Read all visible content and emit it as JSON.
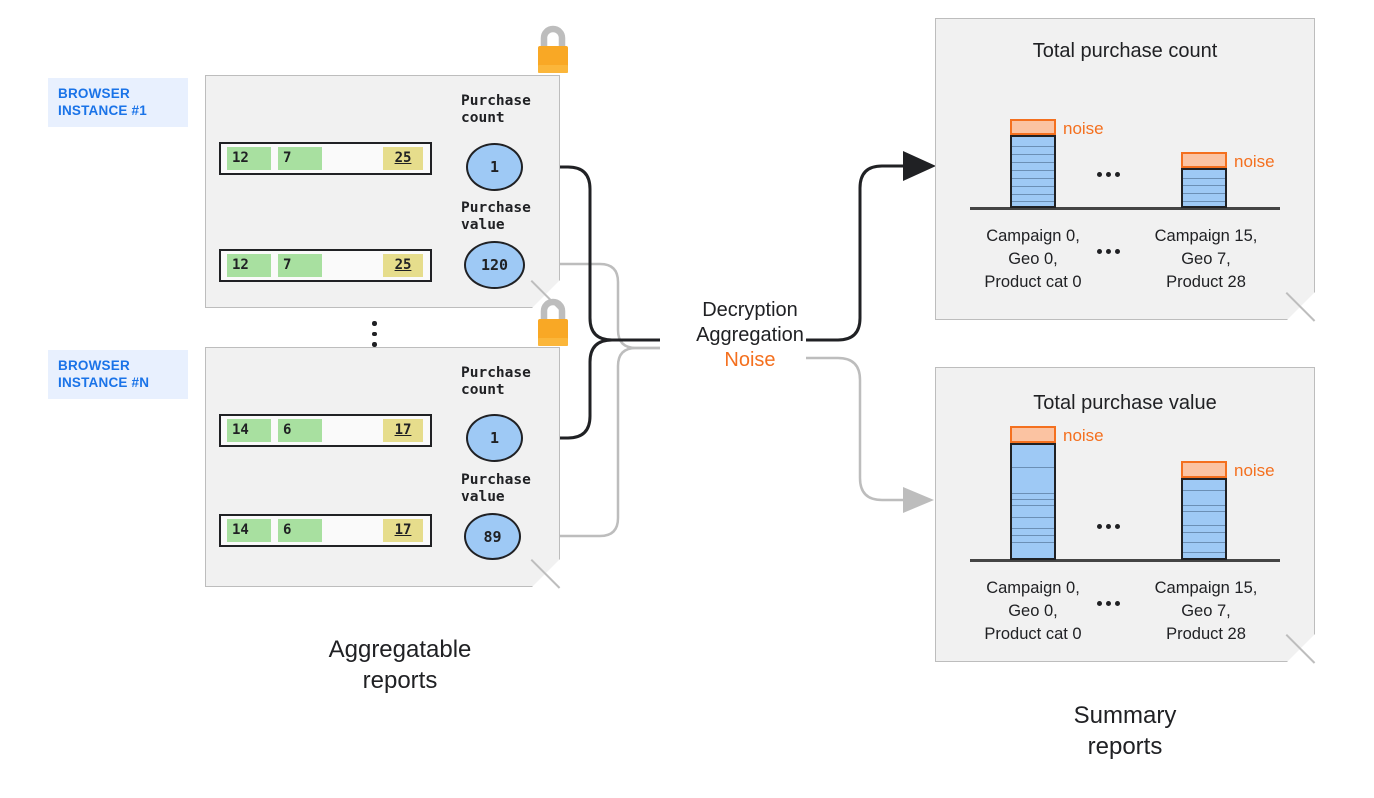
{
  "colors": {
    "accent_blue": "#1a73e8",
    "chip_bg": "#e8f0fe",
    "panel_bg": "#f1f1f1",
    "panel_border": "#bdbdbd",
    "key_cell": "#a8e0a0",
    "value_cell": "#e6dd8c",
    "bubble_fill": "#9ec9f5",
    "noise_orange": "#f4701f",
    "noise_fill": "#fbc3a2",
    "lock_body": "#f9a825",
    "lock_shackle": "#bdbdbd",
    "wire_black": "#202124",
    "wire_grey": "#bdbdbd"
  },
  "left": {
    "caption": "Aggregatable\nreports",
    "instances": [
      {
        "chip_label": "BROWSER\nINSTANCE #1",
        "lock_icon": "padlock-icon",
        "metrics": [
          {
            "label": "Purchase\ncount",
            "bubble_value": "1",
            "row": {
              "key_cells": [
                "12",
                "7"
              ],
              "value_cell": "25"
            }
          },
          {
            "label": "Purchase\nvalue",
            "bubble_value": "120",
            "row": {
              "key_cells": [
                "12",
                "7"
              ],
              "value_cell": "25"
            }
          }
        ]
      },
      {
        "chip_label": "BROWSER\nINSTANCE #N",
        "lock_icon": "padlock-icon",
        "metrics": [
          {
            "label": "Purchase\ncount",
            "bubble_value": "1",
            "row": {
              "key_cells": [
                "14",
                "6"
              ],
              "value_cell": "17"
            }
          },
          {
            "label": "Purchase\nvalue",
            "bubble_value": "89",
            "row": {
              "key_cells": [
                "14",
                "6"
              ],
              "value_cell": "17"
            }
          }
        ]
      }
    ],
    "instance_separator": "vertical-ellipsis"
  },
  "center": {
    "line1": "Decryption",
    "line2": "Aggregation",
    "line3": "Noise"
  },
  "right": {
    "caption": "Summary\nreports",
    "reports": [
      {
        "title": "Total purchase count",
        "ellipsis_between_bars": "…",
        "chart_data": {
          "type": "bar",
          "title": "Total purchase count",
          "categories": [
            "Campaign 0,\nGeo 0,\nProduct cat 0",
            "Campaign 15,\nGeo 7,\nProduct 28"
          ],
          "values": [
            73,
            40
          ],
          "noise_values": [
            8,
            8
          ],
          "noise_label": "noise",
          "segments": [
            9,
            5
          ],
          "xlabel": "",
          "ylabel": "",
          "ylim": [
            0,
            100
          ],
          "grid": false,
          "legend": "none",
          "truncated_categories": true
        }
      },
      {
        "title": "Total purchase value",
        "ellipsis_between_bars": "…",
        "chart_data": {
          "type": "bar",
          "title": "Total purchase value",
          "categories": [
            "Campaign 0,\nGeo 0,\nProduct cat 0",
            "Campaign 15,\nGeo 7,\nProduct 28"
          ],
          "values": [
            108,
            73
          ],
          "noise_values": [
            13,
            13
          ],
          "noise_label": "noise",
          "segments": [
            9,
            8
          ],
          "xlabel": "",
          "ylabel": "",
          "ylim": [
            0,
            140
          ],
          "grid": false,
          "legend": "none",
          "truncated_categories": true
        }
      }
    ]
  }
}
